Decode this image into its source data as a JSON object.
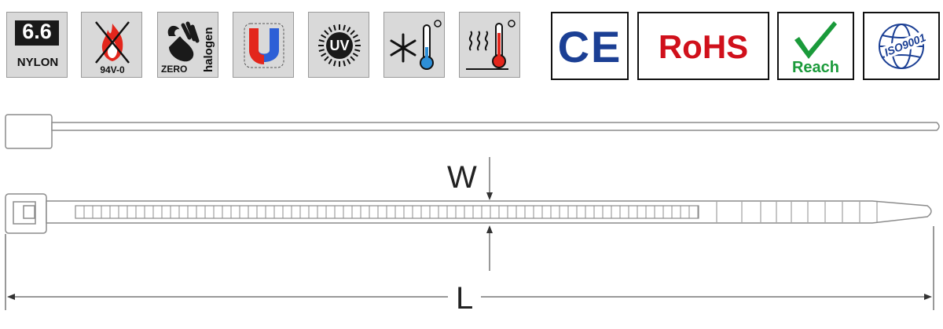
{
  "feature_icons": [
    {
      "name": "nylon",
      "big": "6.6",
      "small": "NYLON"
    },
    {
      "name": "flame-rating",
      "label": "94V-0"
    },
    {
      "name": "zero-halogen",
      "label_left": "ZERO",
      "label_vertical": "halogen"
    },
    {
      "name": "magnetic"
    },
    {
      "name": "uv-resistant",
      "label": "UV"
    },
    {
      "name": "cold-resistant"
    },
    {
      "name": "heat-resistant"
    }
  ],
  "certifications": [
    {
      "name": "ce",
      "label": "CE",
      "color": "#1b3f94"
    },
    {
      "name": "rohs",
      "label": "RoHS",
      "color": "#d0101b"
    },
    {
      "name": "reach",
      "label": "Reach",
      "color": "#1a9a3a"
    },
    {
      "name": "iso",
      "label": "ISO9001",
      "color": "#1b3f94"
    }
  ],
  "dimensions": {
    "width_label": "W",
    "length_label": "L"
  },
  "colors": {
    "tie_outline": "#8c8c8c",
    "tie_fill": "#ffffff",
    "dim_line": "#333333",
    "tile_bg": "#d9d9d9"
  }
}
